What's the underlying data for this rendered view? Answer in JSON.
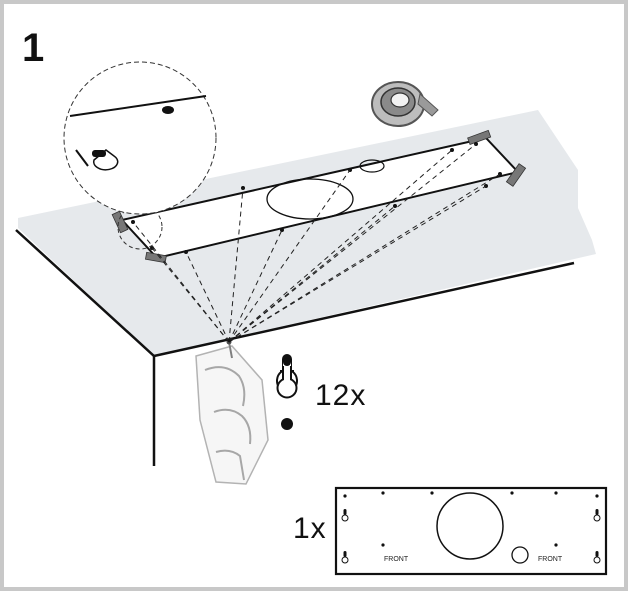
{
  "step": {
    "number": "1"
  },
  "callouts": {
    "screws_quantity": "12x",
    "template_quantity": "1x"
  },
  "template": {
    "front_label_left": "FRONT",
    "front_label_right": "FRONT"
  },
  "icons": {
    "tape": "tape-roll-icon",
    "drill": "hand-drill-icon",
    "keyhole": "keyhole-screw-icon"
  },
  "colors": {
    "frame_border": "#c8c8c8",
    "ceiling_fill": "#e6e9ec",
    "line": "#111111"
  }
}
